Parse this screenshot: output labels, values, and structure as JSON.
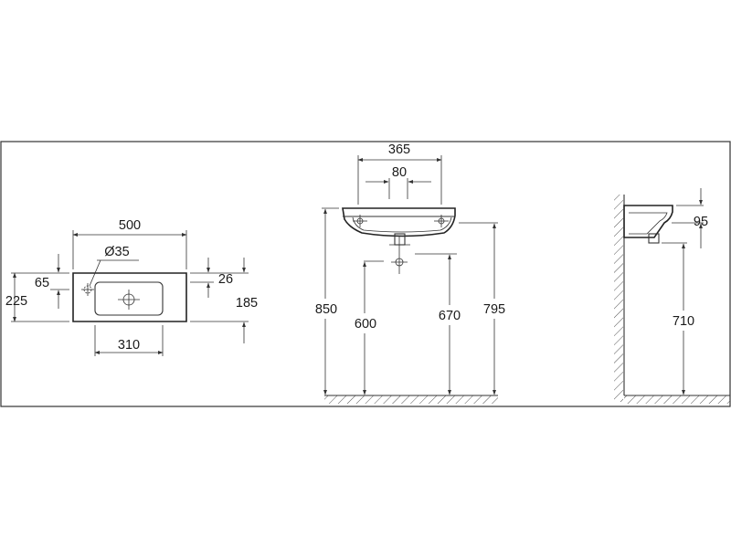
{
  "colors": {
    "background": "#ffffff",
    "line": "#333333",
    "text": "#1a1a1a"
  },
  "top_view": {
    "width": "500",
    "tap_hole": "Ø35",
    "left_outer": "65",
    "left_total": "225",
    "right_top": "26",
    "right_total": "185",
    "bowl_width": "310"
  },
  "front_view": {
    "width": "365",
    "spacing": "80",
    "h850": "850",
    "h600": "600",
    "h670": "670",
    "h795": "795"
  },
  "side_view": {
    "depth": "95",
    "height": "710"
  }
}
